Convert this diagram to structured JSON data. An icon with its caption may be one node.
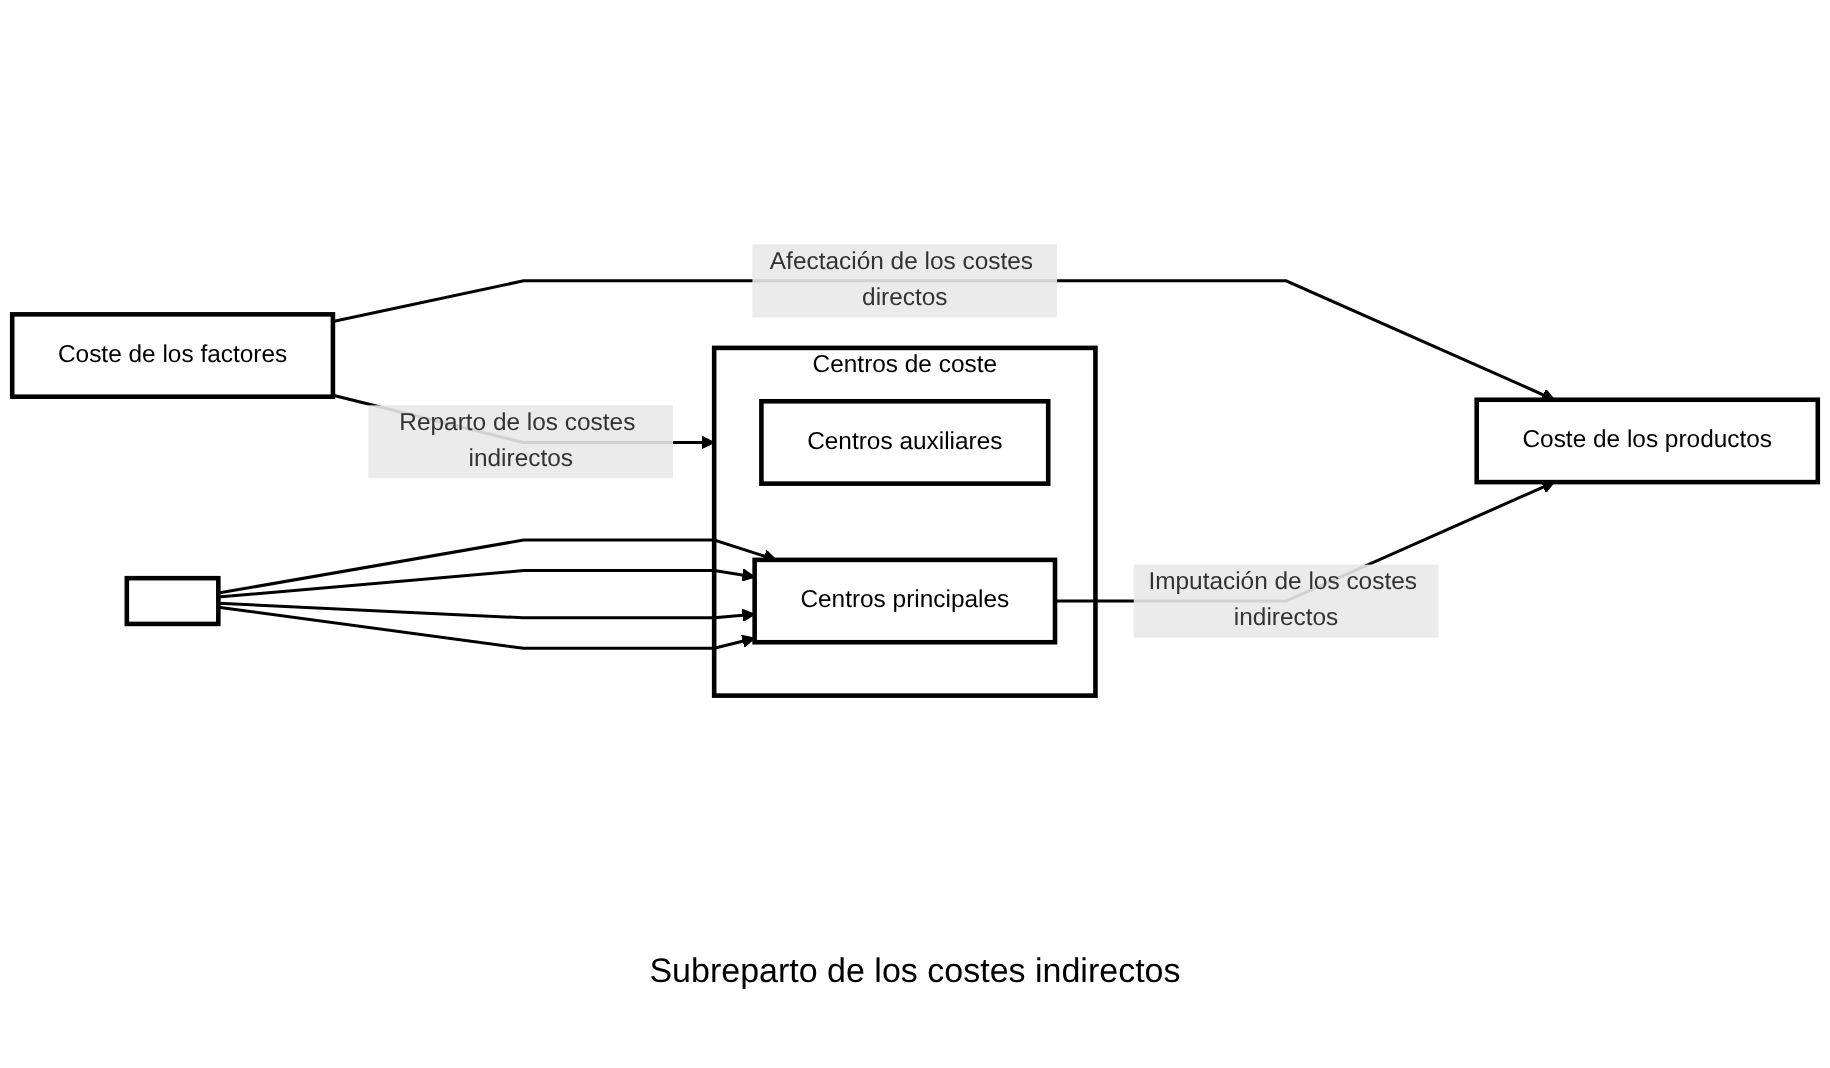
{
  "diagram": {
    "nodes": [
      {
        "text": [
          "Coste de los factores"
        ]
      },
      {
        "text": [
          "Coste de los productos"
        ]
      },
      {
        "text": [
          "Centros de coste"
        ]
      },
      {
        "text": [
          "Centros auxiliares"
        ],
        "in": 2
      },
      {
        "text": [
          "Centros principales"
        ],
        "in": 2
      },
      {
        "text": [],
        "shape": "box"
      }
    ],
    "edges": [
      {
        "from": 0,
        "to": 1,
        "arrow": "to",
        "label": "Afectación de los costes directos"
      },
      {
        "from": 0,
        "to": 2,
        "arrow": "to",
        "label": "Reparto de los costes indirectos"
      },
      {
        "from": 4,
        "to": 1,
        "arrow": "to",
        "label": "Imputación de los costes indirectos"
      },
      {
        "from": 5,
        "to": 4,
        "arrow": "to"
      },
      {
        "from": 5,
        "to": 4,
        "arrow": "to"
      },
      {
        "from": 5,
        "to": 4,
        "arrow": "to"
      },
      {
        "from": 5,
        "to": 4,
        "arrow": "to"
      }
    ],
    "labels": [
      "Subreparto de los costes indirectos"
    ]
  }
}
